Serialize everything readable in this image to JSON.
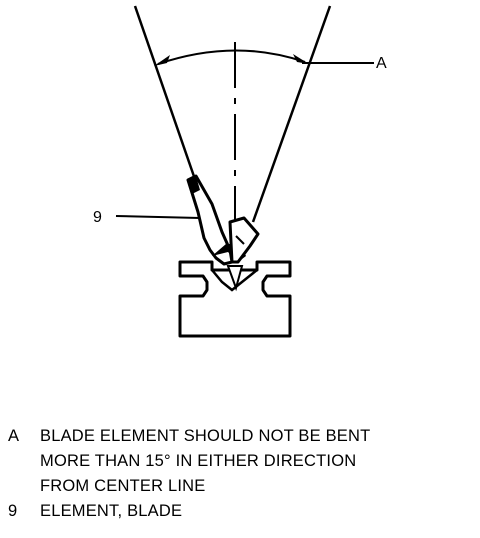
{
  "callouts": {
    "angle": "A",
    "blade": "9"
  },
  "legend": [
    {
      "key": "A",
      "lines": [
        "BLADE ELEMENT SHOULD NOT BE BENT",
        "MORE THAN 15° IN EITHER DIRECTION",
        "FROM CENTER LINE"
      ]
    },
    {
      "key": "9",
      "lines": [
        "ELEMENT, BLADE"
      ]
    }
  ],
  "colors": {
    "ink": "#000000",
    "paper": "#ffffff"
  }
}
